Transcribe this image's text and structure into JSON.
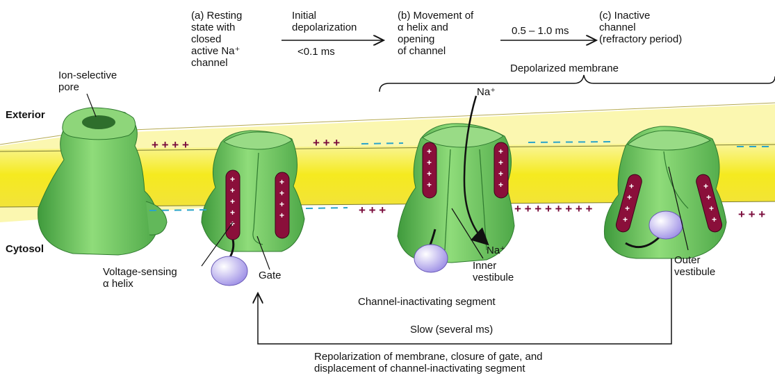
{
  "steps": {
    "a": "(a) Resting\nstate with\nclosed\nactive Na⁺\nchannel",
    "b": "(b) Movement of\nα helix and\nopening\nof channel",
    "c": "(c) Inactive\nchannel\n(refractory period)"
  },
  "arrows": {
    "first_top": "Initial\ndepolarization",
    "first_bottom": "<0.1 ms",
    "second_top": "0.5 – 1.0 ms"
  },
  "labels": {
    "depolarized_membrane": "Depolarized membrane",
    "ion_selective_pore": "Ion-selective\npore",
    "exterior": "Exterior",
    "cytosol": "Cytosol",
    "na_top": "Na⁺",
    "na_bottom": "Na⁺",
    "voltage_sensing": "Voltage-sensing\nα helix",
    "gate": "Gate",
    "inner_vestibule": "Inner\nvestibule",
    "outer_vestibule": "Outer\nvestibule",
    "channel_inactivating": "Channel-inactivating segment",
    "slow": "Slow (several ms)",
    "repolarization": "Repolarization of membrane, closure of gate, and\ndisplacement of channel-inactivating segment"
  },
  "charges": {
    "plus4": "+ + + +",
    "plus3": "+ + +",
    "plus_long": "+ + + + + + + +",
    "minus": "– – – – – –"
  },
  "colors": {
    "membrane": "#f5ec2a",
    "channel": "#7fce6d",
    "channel_dark": "#4a9e43",
    "helix": "#8a0f3a",
    "segment": "#bdb3f0",
    "minus_dash": "#2aa4c9"
  }
}
